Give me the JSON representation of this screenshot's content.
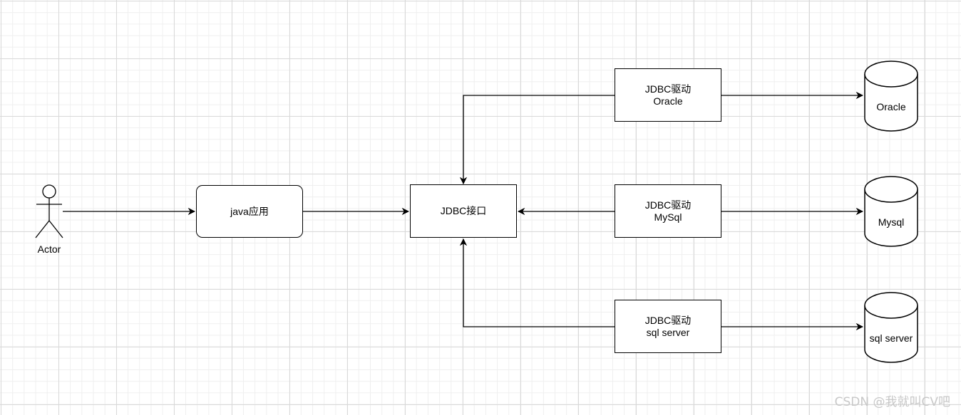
{
  "actor": {
    "label": "Actor"
  },
  "java_app": {
    "label": "java应用"
  },
  "jdbc_interface": {
    "label": "JDBC接口"
  },
  "drivers": [
    {
      "line1": "JDBC驱动",
      "line2": "Oracle"
    },
    {
      "line1": "JDBC驱动",
      "line2": "MySql"
    },
    {
      "line1": "JDBC驱动",
      "line2": "sql server"
    }
  ],
  "databases": [
    {
      "label": "Oracle"
    },
    {
      "label": "Mysql"
    },
    {
      "label": "sql server"
    }
  ],
  "watermark": "CSDN @我就叫CV吧"
}
